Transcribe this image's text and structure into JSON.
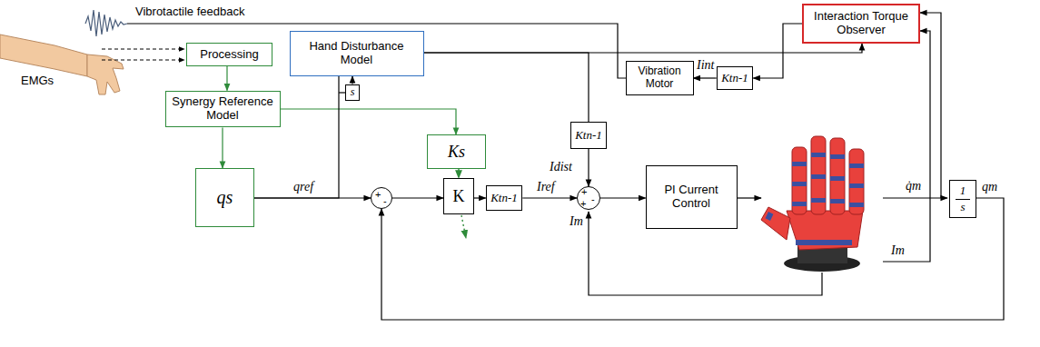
{
  "diagram": {
    "nodes": [
      {
        "text": [
          "Vibration Motor"
        ]
      },
      {
        "text": [
          "Ktn-1"
        ]
      },
      {
        "text": [
          "Interaction Torque Observer"
        ]
      },
      {
        "text": [
          "Processing"
        ]
      },
      {
        "text": [
          "Hand Disturbance Model"
        ]
      },
      {
        "text": [
          "s"
        ]
      },
      {
        "text": [
          "Synergy Reference Model"
        ]
      },
      {
        "text": [
          "Ks"
        ]
      },
      {
        "text": [
          "Ktn-1"
        ]
      },
      {
        "text": [
          "qs"
        ]
      },
      {
        "text": [
          "+",
          "-"
        ]
      },
      {
        "text": [
          "K"
        ]
      },
      {
        "text": [
          "Ktn-1"
        ]
      },
      {
        "text": [
          "+",
          "+",
          "-"
        ]
      },
      {
        "text": [
          "PI Current Control"
        ]
      },
      {
        "text": [
          "1",
          "s"
        ]
      }
    ],
    "edges": [
      {
        "from": 2,
        "to": 1,
        "arrow": "to"
      },
      {
        "from": 1,
        "to": 0,
        "arrow": "to",
        "label": "Iint"
      },
      {
        "from": 3,
        "to": 6,
        "arrow": "to"
      },
      {
        "from": 6,
        "to": 9,
        "arrow": "to"
      },
      {
        "from": 6,
        "to": 7,
        "arrow": "to"
      },
      {
        "from": 7,
        "to": 11,
        "arrow": "to"
      },
      {
        "from": 9,
        "to": 10,
        "arrow": "to",
        "label": "qref"
      },
      {
        "from": 9,
        "to": 4,
        "arrow": "none"
      },
      {
        "from": 5,
        "to": 4,
        "arrow": "to"
      },
      {
        "from": 4,
        "to": 2,
        "arrow": "to"
      },
      {
        "from": 4,
        "to": 8,
        "arrow": "none"
      },
      {
        "from": 8,
        "to": 13,
        "arrow": "to",
        "label": "Idist"
      },
      {
        "from": 10,
        "to": 11,
        "arrow": "to"
      },
      {
        "from": 11,
        "to": 12,
        "arrow": "to"
      },
      {
        "from": 12,
        "to": 13,
        "arrow": "to",
        "label": "Iref"
      },
      {
        "from": 13,
        "to": 14,
        "arrow": "to"
      },
      {
        "from": 15,
        "to": 10,
        "arrow": "to",
        "label": "qm"
      }
    ],
    "labels": [
      "Vibrotactile feedback",
      "EMGs",
      "Im",
      "q̇m",
      "Im"
    ]
  }
}
